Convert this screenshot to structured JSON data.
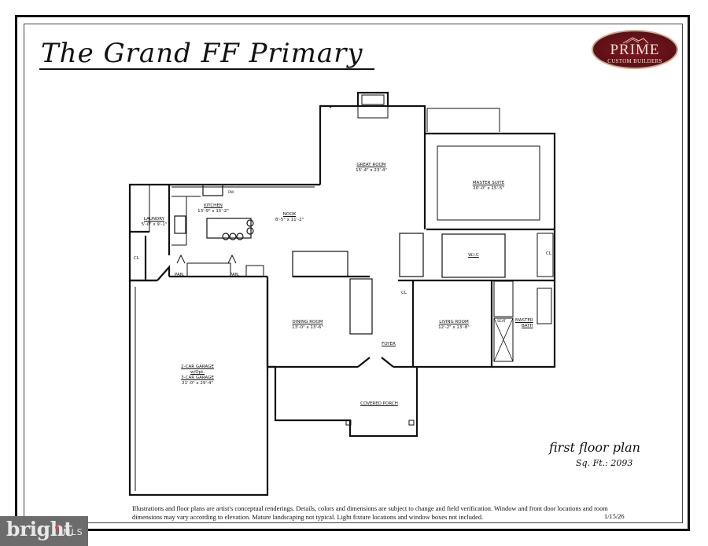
{
  "header": {
    "title": "The Grand FF Primary",
    "logo": {
      "name": "PRIME",
      "subtitle": "CUSTOM BUILDERS",
      "colors": {
        "background": "#5e0f17",
        "text": "#f3e3d0",
        "border": "#c9a98a"
      }
    }
  },
  "rooms": {
    "great_room": {
      "name": "GREAT ROOM",
      "dims": "15'-4\" x 23'-4\""
    },
    "master_suite": {
      "name": "MASTER SUITE",
      "dims": "20'-0\" x 15'-5\""
    },
    "kitchen": {
      "name": "KITCHEN",
      "dims": "13'-9\" x 15'-2\""
    },
    "nook": {
      "name": "NOOK",
      "dims": "8'-5\" x 11'-2\""
    },
    "laundry": {
      "name": "LAUNDRY",
      "dims": "5'-0\" x 9'-1\""
    },
    "dining_room": {
      "name": "DINING ROOM",
      "dims": "13'-0\" x 13'-6\""
    },
    "living_room": {
      "name": "LIVING ROOM",
      "dims": "12'-2\" x 13'-8\""
    },
    "foyer": {
      "name": "FOYER"
    },
    "garage": {
      "name_line1": "2-CAR GARAGE",
      "name_line2": "w/Opt.",
      "name_line3": "3-CAR GARAGE",
      "dims": "21'-0\" x 29'-4\""
    },
    "covered_porch": {
      "name": "COVERED PORCH"
    },
    "wic": {
      "name": "W.I.C"
    },
    "master_bath": {
      "line1": "MASTER",
      "line2": "BATH"
    },
    "seat": {
      "name": "SEAT"
    },
    "closet_label": "CL",
    "pantry_label": "PAN.",
    "dw_label": "DW."
  },
  "footer": {
    "plan_caption": "first floor plan",
    "sqft": "Sq. Ft.: 2093",
    "disclaimer": "Illustrations and floor plans are artist's conceptual renderings. Details, colors and dimensions are subject to change and field verification. Window and front door locations and room dimensions may vary according to elevation.  Mature landscaping not typical.  Light fixture locations and window boxes not included.",
    "date": "1/15/26"
  },
  "watermark": {
    "brand": "bright",
    "suffix": "MLS",
    "colors": {
      "background": "#6c6c6c",
      "accent": "#e2463a"
    }
  }
}
